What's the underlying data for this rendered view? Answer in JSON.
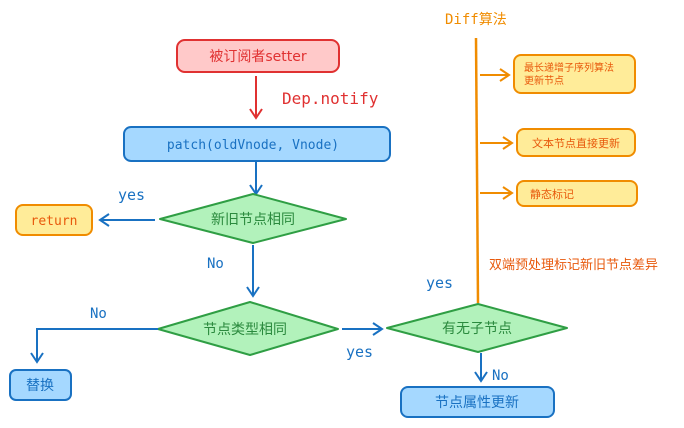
{
  "colors": {
    "red_fill": "#ffc9c9",
    "red_stroke": "#e03131",
    "blue_fill": "#a5d8ff",
    "blue_stroke": "#1971c2",
    "green_fill": "#b2f2bb",
    "green_stroke": "#2f9e44",
    "green_text": "#2b8a3e",
    "orange_fill": "#ffec99",
    "orange_stroke": "#f08c00",
    "orange_text": "#e8590c"
  },
  "nodes": {
    "setter": "被订阅者setter",
    "patch": "patch(oldVnode, Vnode)",
    "same_node": "新旧节点相同",
    "return": "return",
    "same_type": "节点类型相同",
    "replace": "替换",
    "has_children": "有无子节点",
    "update_props": "节点属性更新",
    "lis": [
      "最长递增子序列算法",
      "更新节点"
    ],
    "text_update": "文本节点直接更新",
    "static_mark": "静态标记"
  },
  "labels": {
    "dep_notify": "Dep.notify",
    "yes_return": "yes",
    "no_type": "No",
    "no_replace": "No",
    "yes_children": "yes",
    "yes_diff": "yes",
    "no_props": "No",
    "diff_title": "Diff算法",
    "double_end": "双端预处理标记新旧节点差异"
  }
}
